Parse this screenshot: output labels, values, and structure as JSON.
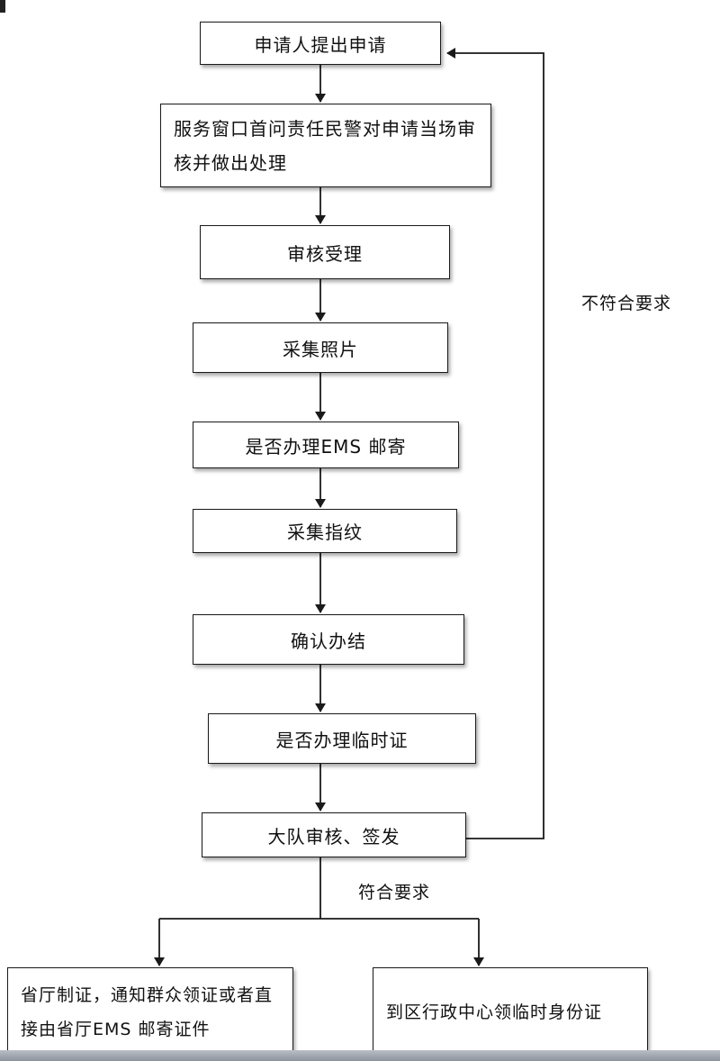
{
  "steps": [
    "申请人提出申请",
    "服务窗口首问责任民警对申请当场审核并做出处理",
    "审核受理",
    "采集照片",
    "是否办理EMS 邮寄",
    "采集指纹",
    "确认办结",
    "是否办理临时证",
    "大队审核、签发"
  ],
  "labels": {
    "reject": "不符合要求",
    "accept": "符合要求"
  },
  "outcomes": [
    "省厅制证，通知群众领证或者直接由省厅EMS 邮寄证件",
    "到区行政中心领临时身份证"
  ],
  "colors": {
    "line": "#1a1a1a",
    "box_border": "#1a1a1a"
  }
}
